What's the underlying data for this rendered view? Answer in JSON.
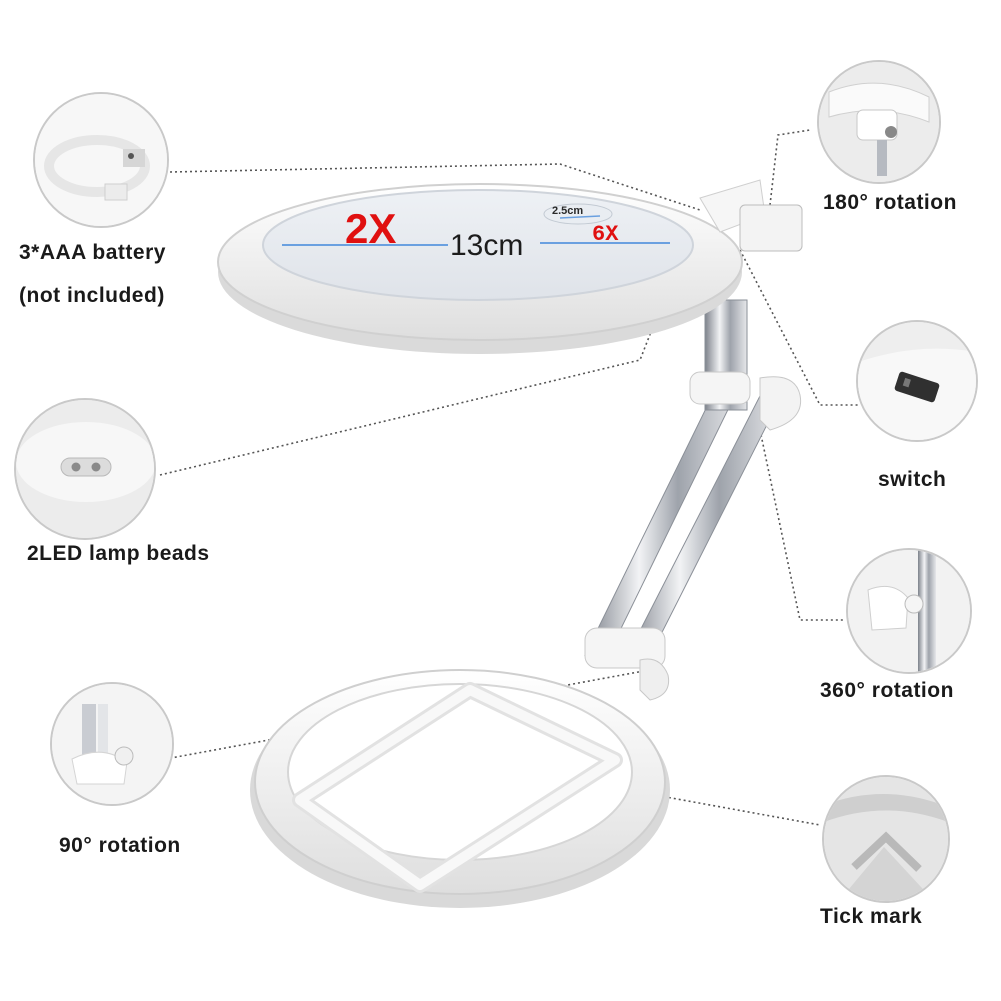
{
  "callouts": {
    "battery_line1": "3*AAA battery",
    "battery_line2": "(not included)",
    "lamp_beads": "2LED lamp beads",
    "rotation_90": "90° rotation",
    "rotation_180": "180° rotation",
    "switch": "switch",
    "rotation_360": "360° rotation",
    "tick_mark": "Tick mark"
  },
  "lens": {
    "mag_main": "2X",
    "mag_inset": "6X",
    "diameter": "13cm",
    "inset_diameter": "2.5cm"
  },
  "colors": {
    "accent_red": "#e01010",
    "dim_line": "#6aa0e0",
    "leader_line": "#555555",
    "body_white": "#fafafa",
    "chrome": "#b8bcc4"
  }
}
